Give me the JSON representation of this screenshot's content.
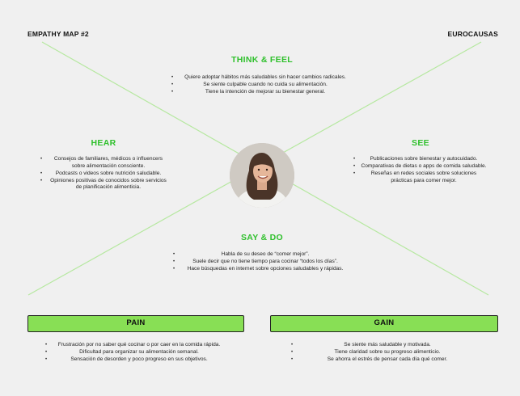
{
  "header": {
    "left_title": "EMPATHY MAP #2",
    "right_title": "EUROCAUSAS"
  },
  "avatar": {
    "icon": "woman-portrait-photo"
  },
  "think_feel": {
    "title": "THINK & FEEL",
    "items": [
      "Quiere adoptar hábitos más saludables sin hacer cambios radicales.",
      "Se siente culpable cuando no cuida su alimentación.",
      "Tiene la intención de mejorar su bienestar general."
    ]
  },
  "hear": {
    "title": "HEAR",
    "items": [
      "Consejos de familiares, médicos o influencers sobre alimentación consciente.",
      "Podcasts o videos sobre nutrición saludable.",
      "Opiniones positivas de conocidos sobre servicios de planificación alimenticia."
    ]
  },
  "see": {
    "title": "SEE",
    "items": [
      "Publicaciones sobre bienestar y autocuidado.",
      "Comparativas de dietas o apps de comida saludable.",
      "Reseñas en redes sociales sobre soluciones prácticas para comer mejor."
    ]
  },
  "say_do": {
    "title": "SAY & DO",
    "items": [
      "Habla de su deseo de “comer mejor”.",
      "Suele decir que no tiene tiempo para cocinar “todos los días”.",
      "Hace búsquedas en internet sobre opciones saludables y rápidas."
    ]
  },
  "pain": {
    "title": "PAIN",
    "items": [
      "Frustración por no saber qué cocinar o por caer en la comida rápida.",
      "Dificultad para organizar su alimentación semanal.",
      "Sensación de desorden y poco progreso en sus objetivos."
    ]
  },
  "gain": {
    "title": "GAIN",
    "items": [
      "Se siente más saludable y motivada.",
      "Tiene claridad sobre su progreso alimenticio.",
      "Se ahorra el estrés de pensar cada día qué comer."
    ]
  },
  "colors": {
    "accent": "#2fc02c",
    "box_fill": "#88df55",
    "diagonal": "#b6e8a0",
    "background": "#f0f0f0"
  }
}
